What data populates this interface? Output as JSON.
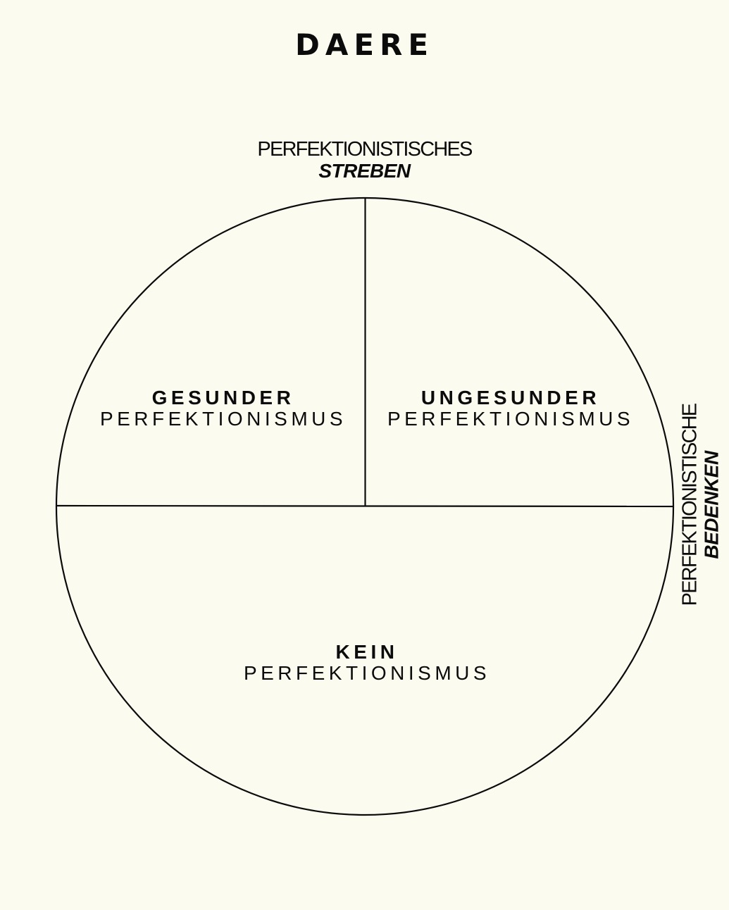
{
  "brand": {
    "logo_text": "DAERE"
  },
  "axes": {
    "top": {
      "line1": "PERFEKTIONISTISCHES",
      "line2": "STREBEN"
    },
    "right": {
      "line1": "PERFEKTIONISTISCHE",
      "line2": "BEDENKEN"
    }
  },
  "segments": {
    "healthy": {
      "bold": "GESUNDER",
      "regular": "PERFEKTIONISMUS"
    },
    "unhealthy": {
      "bold": "UNGESUNDER",
      "regular": "PERFEKTIONISMUS"
    },
    "none": {
      "bold": "KEIN",
      "regular": "PERFEKTIONISMUS"
    }
  },
  "colors": {
    "background": "#fbfbf0",
    "ink": "#0b0b0b"
  }
}
